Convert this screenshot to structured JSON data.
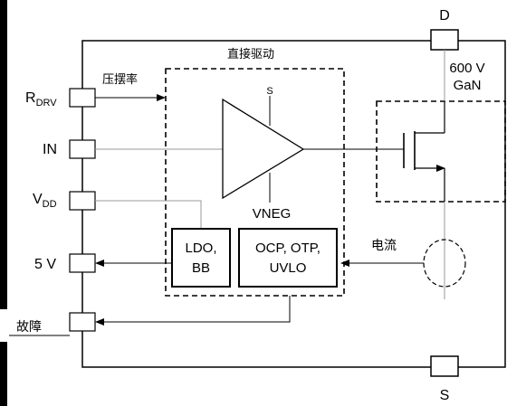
{
  "pins": {
    "d": "D",
    "s": "S",
    "rdrv": {
      "main": "R",
      "sub": "DRV"
    },
    "in": "IN",
    "vdd": {
      "main": "V",
      "sub": "DD"
    },
    "v5": "5 V",
    "fault": "故障"
  },
  "blocks": {
    "direct_drive": "直接驱动",
    "slew_rate": "压摆率",
    "driver_s": "S",
    "vneg": "VNEG",
    "ldo_line1": "LDO,",
    "ldo_line2": "BB",
    "prot_line1": "OCP, OTP,",
    "prot_line2": "UVLO",
    "current": "电流",
    "fet_voltage": "600 V",
    "fet_type": "GaN"
  },
  "colors": {
    "line": "#000000",
    "connector": "#999999",
    "background": "#ffffff"
  }
}
